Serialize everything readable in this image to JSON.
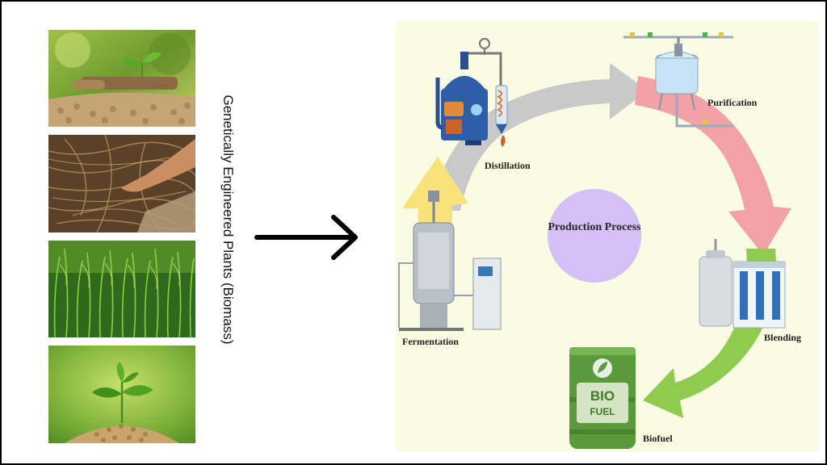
{
  "left_caption": "Genetically Engineered Plants  (Biomass)",
  "photos": [
    {
      "subject": "seedling-on-wood-pellets"
    },
    {
      "subject": "hand-with-dry-biomass"
    },
    {
      "subject": "rice-crop-field"
    },
    {
      "subject": "seedling-in-pellets"
    }
  ],
  "process": {
    "center": "Production Process",
    "steps": {
      "distillation": "Distillation",
      "purification": "Purification",
      "blending": "Blending",
      "biofuel": "Biofuel",
      "fermentation": "Fermentation"
    },
    "barrel_text": {
      "line1": "BIO",
      "line2": "FUEL"
    }
  },
  "colors": {
    "panel_bg": "#fafbe3",
    "arrow_gray": "#c9c9c9",
    "arrow_pink": "#f2a2a7",
    "arrow_green": "#8fcb4f",
    "arrow_yellow": "#f8e37a",
    "center_circle": "#d4bff6",
    "barrel_green": "#5a9a3c"
  }
}
